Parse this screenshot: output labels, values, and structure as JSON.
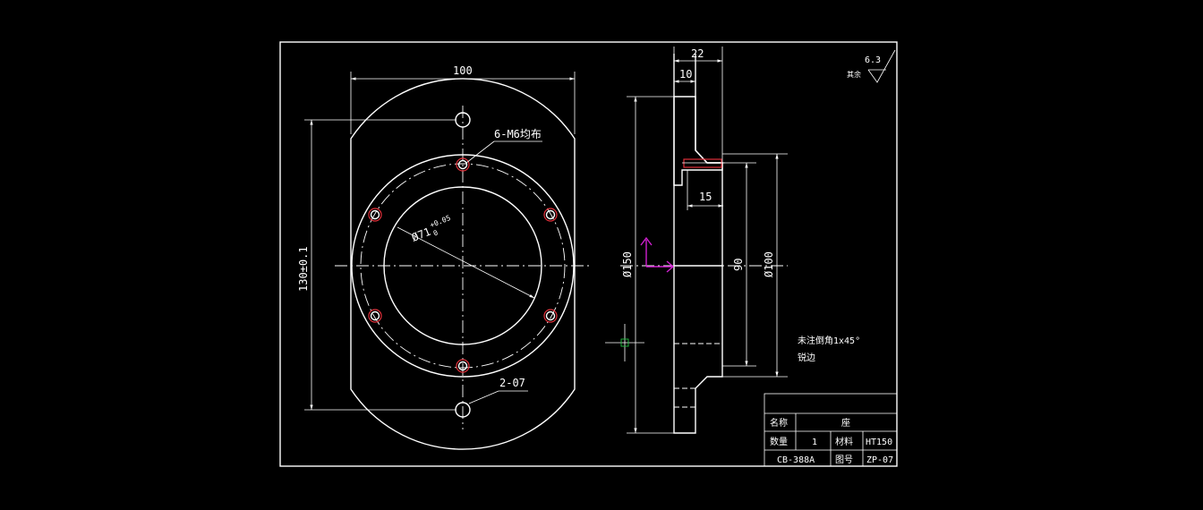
{
  "dims": {
    "top_width": "100",
    "height": "130±0.1",
    "holes": "6-M6均布",
    "bore_main": "Ø71",
    "bore_tol": "+0.05",
    "bore_tol_low": "0",
    "slots": "2-07",
    "thk_total": "22",
    "thk_flange": "10",
    "hole_depth": "15",
    "dia_150": "Ø150",
    "dim_90": "90",
    "dia_100": "Ø100"
  },
  "roughness": {
    "value": "6.3",
    "label": "其余"
  },
  "notes": {
    "line1": "未注倒角1x45°",
    "line2": "锐边"
  },
  "title_block": {
    "name_label": "名称",
    "name_value": "座",
    "qty_label": "数量",
    "qty_value": "1",
    "material_label": "材料",
    "material_value": "HT150",
    "drawing_code": "CB-388A",
    "drawing_no_label": "图号",
    "drawing_no_value": "ZP-07"
  }
}
